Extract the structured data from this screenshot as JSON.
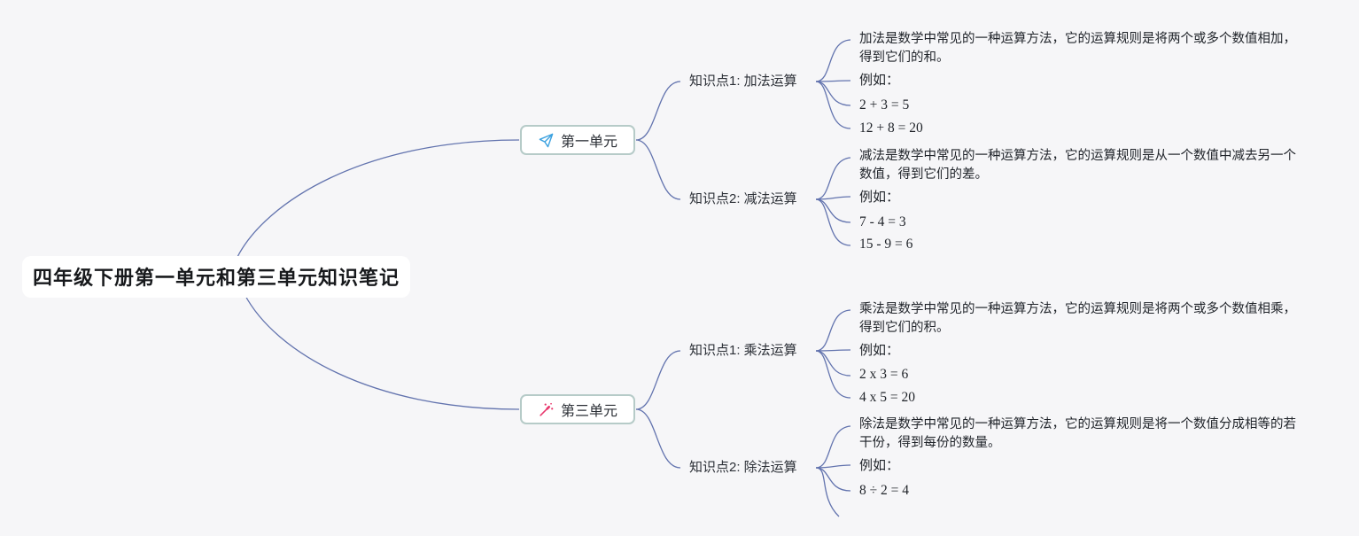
{
  "root": {
    "title": "四年级下册第一单元和第三单元知识笔记"
  },
  "branches": [
    {
      "label": "第一单元",
      "icon": "paper-plane-icon",
      "topics": [
        {
          "label": "知识点1: 加法运算",
          "description": "加法是数学中常见的一种运算方法，它的运算规则是将两个或多个数值相加，得到它们的和。",
          "example_label": "例如：",
          "examples": [
            "2 + 3 = 5",
            "12 + 8 = 20"
          ]
        },
        {
          "label": "知识点2: 减法运算",
          "description": "减法是数学中常见的一种运算方法，它的运算规则是从一个数值中减去另一个数值，得到它们的差。",
          "example_label": "例如：",
          "examples": [
            "7 - 4 = 3",
            "15 - 9 = 6"
          ]
        }
      ]
    },
    {
      "label": "第三单元",
      "icon": "magic-wand-icon",
      "topics": [
        {
          "label": "知识点1: 乘法运算",
          "description": "乘法是数学中常见的一种运算方法，它的运算规则是将两个或多个数值相乘，得到它们的积。",
          "example_label": "例如：",
          "examples": [
            "2 x 3 = 6",
            "4 x 5 = 20"
          ]
        },
        {
          "label": "知识点2: 除法运算",
          "description": "除法是数学中常见的一种运算方法，它的运算规则是将一个数值分成相等的若干份，得到每份的数量。",
          "example_label": "例如：",
          "examples": [
            "8 ÷ 2 = 4"
          ]
        }
      ]
    }
  ],
  "colors": {
    "background": "#f6f6f8",
    "connector_line": "#6273ae",
    "node_border": "#b6cbc8",
    "node_background": "#ffffff",
    "paper_plane_icon": "#3da2e0",
    "magic_wand_icon": "#e8386d",
    "text": "#1f2329"
  }
}
